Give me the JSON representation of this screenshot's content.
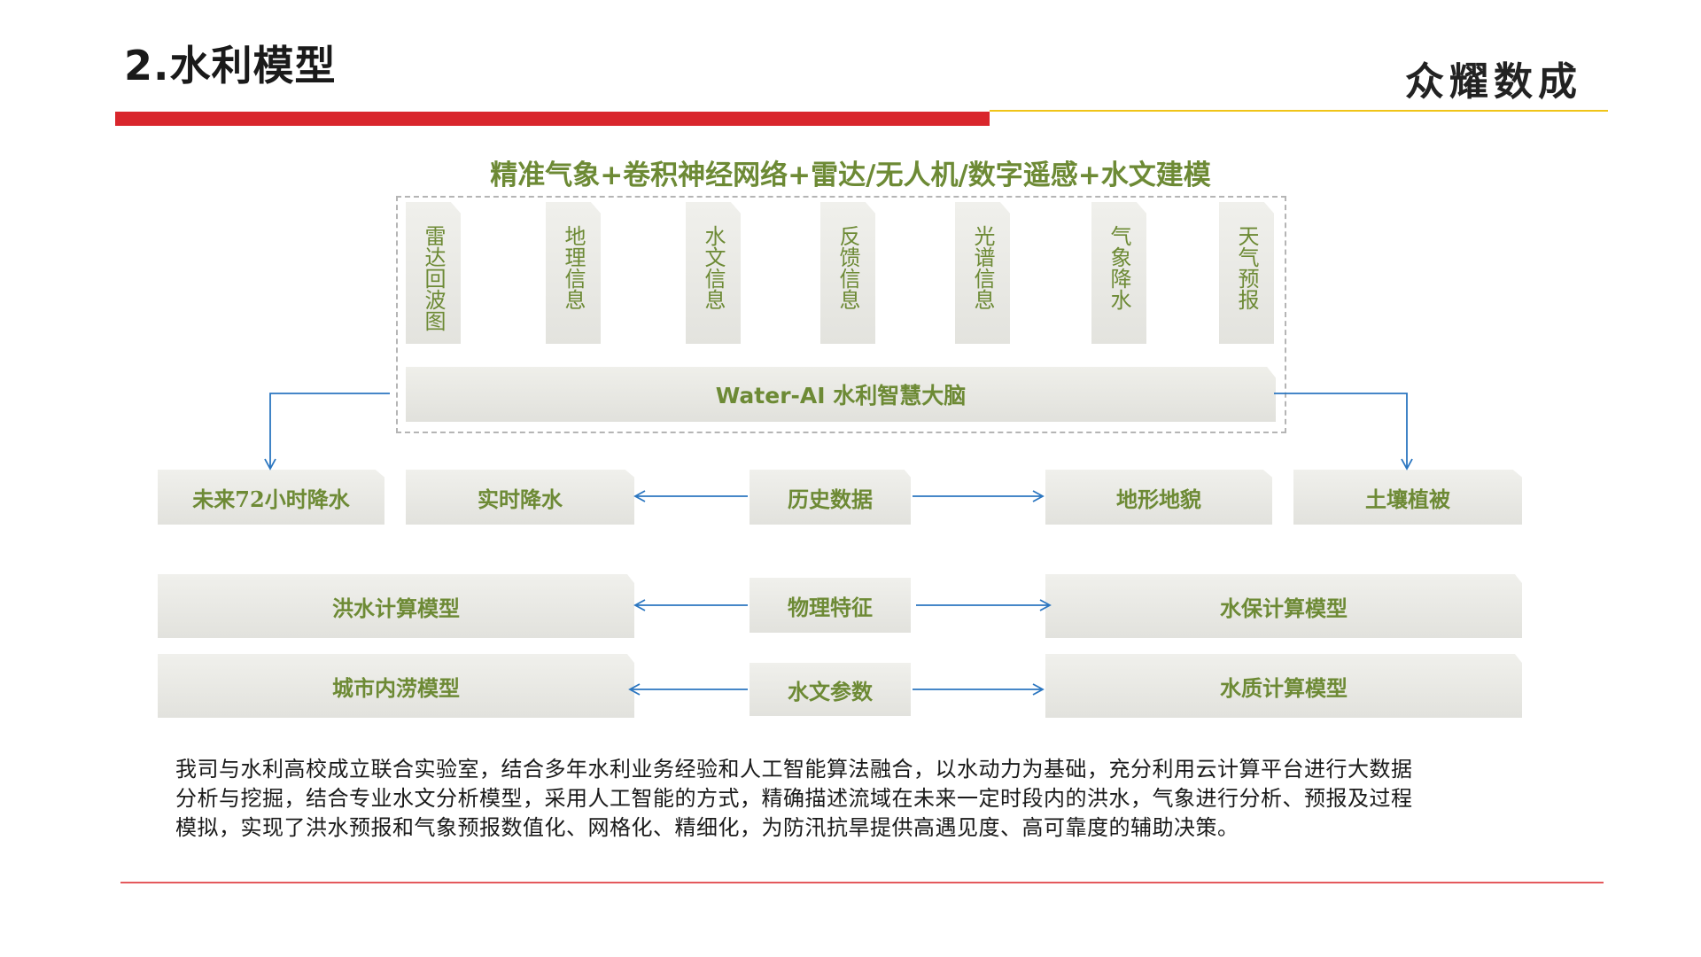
{
  "page": {
    "title": "2.水利模型",
    "logo": "众耀数成",
    "colors": {
      "accent_red": "#d9262c",
      "accent_yellow": "#f0c419",
      "label_green": "#6d8a35",
      "arrow_blue": "#2b76c0"
    }
  },
  "diagram": {
    "heading": "精准气象+卷积神经网络+雷达/无人机/数字遥感+水文建模",
    "inputs": [
      "雷达回波图",
      "地理信息",
      "水文信息",
      "反馈信息",
      "光谱信息",
      "气象降水",
      "天气预报"
    ],
    "brain": "Water-AI 水利智慧大脑",
    "row1": [
      "未来72小时降水",
      "实时降水",
      "历史数据",
      "地形地貌",
      "土壤植被"
    ],
    "row2": {
      "left": "洪水计算模型",
      "center": "物理特征",
      "right": "水保计算模型"
    },
    "row3": {
      "left": "城市内涝模型",
      "center": "水文参数",
      "right": "水质计算模型"
    }
  },
  "description": [
    "我司与水利高校成立联合实验室，结合多年水利业务经验和人工智能算法融合，以水动力为基础，充分利用云计算平台进行大数据",
    "分析与挖掘，结合专业水文分析模型，采用人工智能的方式，精确描述流域在未来一定时段内的洪水，气象进行分析、预报及过程",
    "模拟，实现了洪水预报和气象预报数值化、网格化、精细化，为防汛抗旱提供高遇见度、高可靠度的辅助决策。"
  ]
}
